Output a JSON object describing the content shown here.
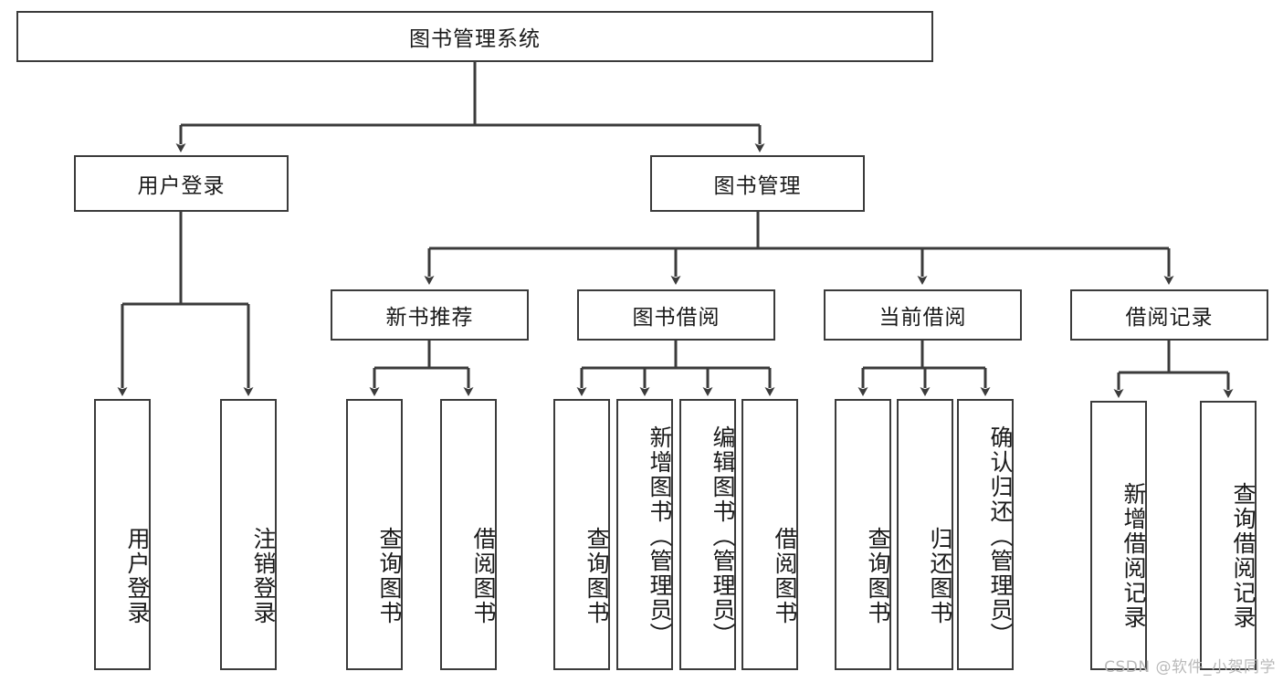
{
  "diagram": {
    "title": "图书管理系统",
    "type": "tree-hierarchy-chart",
    "root": {
      "id": "root",
      "label": "图书管理系统"
    },
    "level2": [
      {
        "id": "user-login",
        "label": "用户登录"
      },
      {
        "id": "book-manage",
        "label": "图书管理"
      }
    ],
    "level3": [
      {
        "id": "new-book-rec",
        "label": "新书推荐"
      },
      {
        "id": "book-borrow",
        "label": "图书借阅"
      },
      {
        "id": "current-borrow",
        "label": "当前借阅"
      },
      {
        "id": "borrow-record",
        "label": "借阅记录"
      }
    ],
    "leaves": [
      {
        "id": "leaf-user-login",
        "label": "用户登录",
        "parent": "user-login"
      },
      {
        "id": "leaf-user-logout",
        "label": "注销登录",
        "parent": "user-login"
      },
      {
        "id": "leaf-query-book-1",
        "label": "查询图书",
        "parent": "new-book-rec"
      },
      {
        "id": "leaf-borrow-book-1",
        "label": "借阅图书",
        "parent": "new-book-rec"
      },
      {
        "id": "leaf-query-book-2",
        "label": "查询图书",
        "parent": "book-borrow"
      },
      {
        "id": "leaf-add-book",
        "label": "新增图书（管理员）",
        "parent": "book-borrow"
      },
      {
        "id": "leaf-edit-book",
        "label": "编辑图书（管理员）",
        "parent": "book-borrow"
      },
      {
        "id": "leaf-borrow-book-2",
        "label": "借阅图书",
        "parent": "book-borrow"
      },
      {
        "id": "leaf-query-book-3",
        "label": "查询图书",
        "parent": "current-borrow"
      },
      {
        "id": "leaf-return-book",
        "label": "归还图书",
        "parent": "current-borrow"
      },
      {
        "id": "leaf-confirm-return",
        "label": "确认归还（管理员）",
        "parent": "current-borrow"
      },
      {
        "id": "leaf-add-record",
        "label": "新增借阅记录",
        "parent": "borrow-record"
      },
      {
        "id": "leaf-query-record",
        "label": "查询借阅记录",
        "parent": "borrow-record"
      }
    ],
    "watermark": "CSDN @软件_小贺同学",
    "colors": {
      "stroke": "#3b3b3b",
      "background": "#ffffff",
      "text": "#1a1a1a",
      "watermark": "#b9b9b9"
    }
  }
}
